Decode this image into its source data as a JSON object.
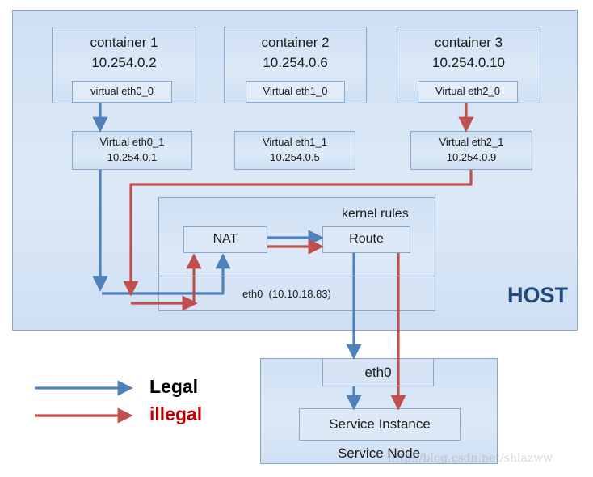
{
  "host": {
    "label": "HOST"
  },
  "containers": [
    {
      "name": "container 1",
      "ip": "10.254.0.2",
      "iface": "virtual eth0_0"
    },
    {
      "name": "container 2",
      "ip": "10.254.0.6",
      "iface": "Virtual eth1_0"
    },
    {
      "name": "container 3",
      "ip": "10.254.0.10",
      "iface": "Virtual eth2_0"
    }
  ],
  "veth": [
    {
      "name": "Virtual eth0_1",
      "ip": "10.254.0.1"
    },
    {
      "name": "Virtual eth1_1",
      "ip": "10.254.0.5"
    },
    {
      "name": "Virtual eth2_1",
      "ip": "10.254.0.9"
    }
  ],
  "kernel": {
    "label": "kernel rules",
    "nat": "NAT",
    "route": "Route",
    "eth0": "eth0  (10.10.18.83)"
  },
  "service_node": {
    "eth0": "eth0",
    "instance": "Service Instance",
    "label": "Service Node"
  },
  "legend": {
    "legal": "Legal",
    "illegal": "illegal"
  },
  "watermark": "http://blog.csdn.net/shlazww",
  "colors": {
    "legal": "#4f81bd",
    "illegal": "#c0504d",
    "host_text": "#1f497d",
    "illegal_text": "#c00000"
  }
}
